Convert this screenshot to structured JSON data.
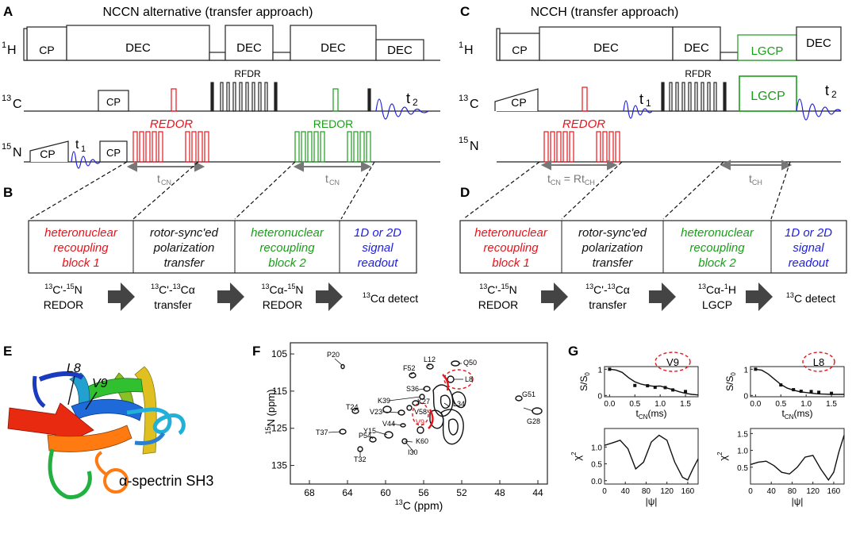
{
  "panels": {
    "A": "A",
    "B": "B",
    "C": "C",
    "D": "D",
    "E": "E",
    "F": "F",
    "G": "G"
  },
  "panelA": {
    "title": "NCCN alternative (transfer approach)",
    "ch_1H": "1",
    "ch_1H_b": "H",
    "ch_13C": "13",
    "ch_13C_b": "C",
    "ch_15N": "15",
    "ch_15N_b": "N",
    "cp": "CP",
    "dec": "DEC",
    "rfdr": "RFDR",
    "redor1": "REDOR",
    "redor2": "REDOR",
    "t1": "t",
    "t1_sub": "1",
    "t2": "t",
    "t2_sub": "2",
    "tcn": "t",
    "tcn_sub": "CN"
  },
  "panelC": {
    "title": "NCCH (transfer approach)",
    "ch_1H": "1",
    "ch_1H_b": "H",
    "ch_13C": "13",
    "ch_13C_b": "C",
    "ch_15N": "15",
    "ch_15N_b": "N",
    "cp": "CP",
    "dec": "DEC",
    "lgcp": "LGCP",
    "rfdr": "RFDR",
    "redor": "REDOR",
    "t1": "t",
    "t1_sub": "1",
    "t2": "t",
    "t2_sub": "2",
    "tcn": "t",
    "tcn_sub": "CN",
    "tcn_eq": " = Rt",
    "tcn_eq_sub": "CH",
    "tch": "t",
    "tch_sub": "CH"
  },
  "panelB": {
    "blocks": [
      {
        "lines": [
          "heteronuclear",
          "recoupling",
          "block 1"
        ],
        "color": "#e8141c"
      },
      {
        "lines": [
          "rotor-sync'ed",
          "polarization",
          "transfer"
        ],
        "color": "#111111"
      },
      {
        "lines": [
          "heteronuclear",
          "recoupling",
          "block 2"
        ],
        "color": "#1a9e1a"
      },
      {
        "lines": [
          "1D or 2D",
          "signal",
          "readout"
        ],
        "color": "#2020e0"
      }
    ],
    "steps": [
      {
        "l1a": "13",
        "l1b": "C'-",
        "l1c": "15",
        "l1d": "N",
        "l2": "REDOR"
      },
      {
        "l1a": "13",
        "l1b": "C'-",
        "l1c": "13",
        "l1d": "Cα",
        "l2": "transfer"
      },
      {
        "l1a": "13",
        "l1b": "Cα-",
        "l1c": "15",
        "l1d": "N",
        "l2": "REDOR"
      },
      {
        "l1a": "13",
        "l1b": "Cα detect",
        "l1c": "",
        "l1d": "",
        "l2": ""
      }
    ]
  },
  "panelD": {
    "blocks": [
      {
        "lines": [
          "heteronuclear",
          "recoupling",
          "block 1"
        ],
        "color": "#e8141c"
      },
      {
        "lines": [
          "rotor-sync'ed",
          "polarization",
          "transfer"
        ],
        "color": "#111111"
      },
      {
        "lines": [
          "heteronuclear",
          "recoupling",
          "block 2"
        ],
        "color": "#1a9e1a"
      },
      {
        "lines": [
          "1D or 2D",
          "signal",
          "readout"
        ],
        "color": "#2020e0"
      }
    ],
    "steps": [
      {
        "l1a": "13",
        "l1b": "C'-",
        "l1c": "15",
        "l1d": "N",
        "l2": "REDOR"
      },
      {
        "l1a": "13",
        "l1b": "C'-",
        "l1c": "13",
        "l1d": "Cα",
        "l2": "transfer"
      },
      {
        "l1a": "13",
        "l1b": "Cα-",
        "l1c": "1",
        "l1d": "H",
        "l2": "LGCP"
      },
      {
        "l1a": "13",
        "l1b": "C detect",
        "l1c": "",
        "l1d": "",
        "l2": ""
      }
    ]
  },
  "panelE": {
    "labels": [
      "L8",
      "V9"
    ],
    "caption": "α-spectrin SH3"
  },
  "panelF": {
    "ylabel_sup": "15",
    "ylabel": "N (ppm)",
    "xlabel_sup": "13",
    "xlabel": "C (ppm)",
    "xticks": [
      "68",
      "64",
      "60",
      "56",
      "52",
      "48",
      "44"
    ],
    "yticks": [
      "105",
      "115",
      "125",
      "135"
    ],
    "peaks": [
      "P20",
      "F52",
      "L12",
      "Q50",
      "L8",
      "S36",
      "K39",
      "K27",
      "L34",
      "V23",
      "V58",
      "T24",
      "V44",
      "V9",
      "G51",
      "G28",
      "Y15",
      "K60",
      "T37",
      "P54",
      "I30",
      "T32"
    ]
  },
  "panelG": {
    "residues": [
      "V9",
      "L8"
    ],
    "ylabel_top": "S/S",
    "ylabel_top_sub": "0",
    "xlabel_top": "t",
    "xlabel_top_sub": "CN",
    "xlabel_top_unit": "(ms)",
    "xticks_top": [
      "0.0",
      "0.5",
      "1.0",
      "1.5"
    ],
    "yticks_top": [
      "0",
      "1"
    ],
    "ylabel_bot": "χ",
    "ylabel_bot_sup": "2",
    "xlabel_bot": "|ψ|",
    "xticks_bot": [
      "0",
      "40",
      "80",
      "120",
      "160"
    ],
    "yticks_bot_left": [
      "0.0",
      "0.5",
      "1.0"
    ],
    "yticks_bot_right": [
      "0.5",
      "1.0",
      "1.5"
    ]
  },
  "chart_data": [
    {
      "type": "scatter",
      "title": "V9",
      "xlabel": "tCN (ms)",
      "ylabel": "S/S0",
      "xlim": [
        -0.1,
        1.75
      ],
      "ylim": [
        -0.05,
        1.1
      ],
      "series": [
        {
          "x": [
            0.0,
            0.125,
            0.25,
            0.375,
            0.5,
            0.625,
            0.75,
            0.875,
            1.0,
            1.125,
            1.25,
            1.375,
            1.5,
            1.625,
            1.75
          ],
          "y": [
            1.0,
            0.97,
            0.88,
            0.68,
            0.52,
            0.43,
            0.38,
            0.35,
            0.36,
            0.29,
            0.22,
            0.14,
            0.08,
            0.04,
            0.02
          ]
        },
        {
          "x": [
            0.0,
            0.5,
            0.75,
            0.9,
            1.1,
            1.25,
            1.5
          ],
          "y": [
            1.0,
            0.38,
            0.37,
            0.31,
            0.3,
            0.21,
            0.15
          ]
        }
      ]
    },
    {
      "type": "scatter",
      "title": "L8",
      "xlabel": "tCN (ms)",
      "ylabel": "S/S0",
      "xlim": [
        -0.1,
        1.75
      ],
      "ylim": [
        -0.05,
        1.1
      ],
      "series": [
        {
          "x": [
            0.0,
            0.125,
            0.25,
            0.375,
            0.5,
            0.625,
            0.75,
            0.875,
            1.0,
            1.125,
            1.25,
            1.375,
            1.5,
            1.625,
            1.75
          ],
          "y": [
            1.0,
            0.96,
            0.82,
            0.62,
            0.42,
            0.28,
            0.2,
            0.14,
            0.11,
            0.08,
            0.06,
            0.05,
            0.04,
            0.04,
            0.04
          ]
        },
        {
          "x": [
            0.0,
            0.5,
            0.75,
            0.9,
            1.1,
            1.25,
            1.5
          ],
          "y": [
            1.0,
            0.4,
            0.22,
            0.16,
            0.15,
            0.12,
            0.08
          ]
        }
      ]
    },
    {
      "type": "line",
      "title": "V9",
      "xlabel": "|ψ|",
      "ylabel": "χ2",
      "xlim": [
        0,
        180
      ],
      "ylim": [
        -0.1,
        1.55
      ],
      "series": [
        {
          "x": [
            0,
            15,
            30,
            45,
            60,
            75,
            90,
            105,
            120,
            135,
            150,
            160,
            170,
            180
          ],
          "y": [
            1.05,
            1.12,
            1.2,
            0.95,
            0.35,
            0.55,
            1.15,
            1.35,
            1.2,
            0.55,
            0.1,
            0.02,
            0.35,
            0.65
          ]
        }
      ]
    },
    {
      "type": "line",
      "title": "L8",
      "xlabel": "|ψ|",
      "ylabel": "χ2",
      "xlim": [
        0,
        180
      ],
      "ylim": [
        0,
        1.65
      ],
      "series": [
        {
          "x": [
            0,
            15,
            30,
            45,
            60,
            75,
            90,
            105,
            120,
            135,
            150,
            160,
            170,
            180
          ],
          "y": [
            0.58,
            0.65,
            0.68,
            0.55,
            0.35,
            0.3,
            0.5,
            0.8,
            0.85,
            0.45,
            0.12,
            0.35,
            0.95,
            1.45
          ]
        }
      ]
    }
  ]
}
